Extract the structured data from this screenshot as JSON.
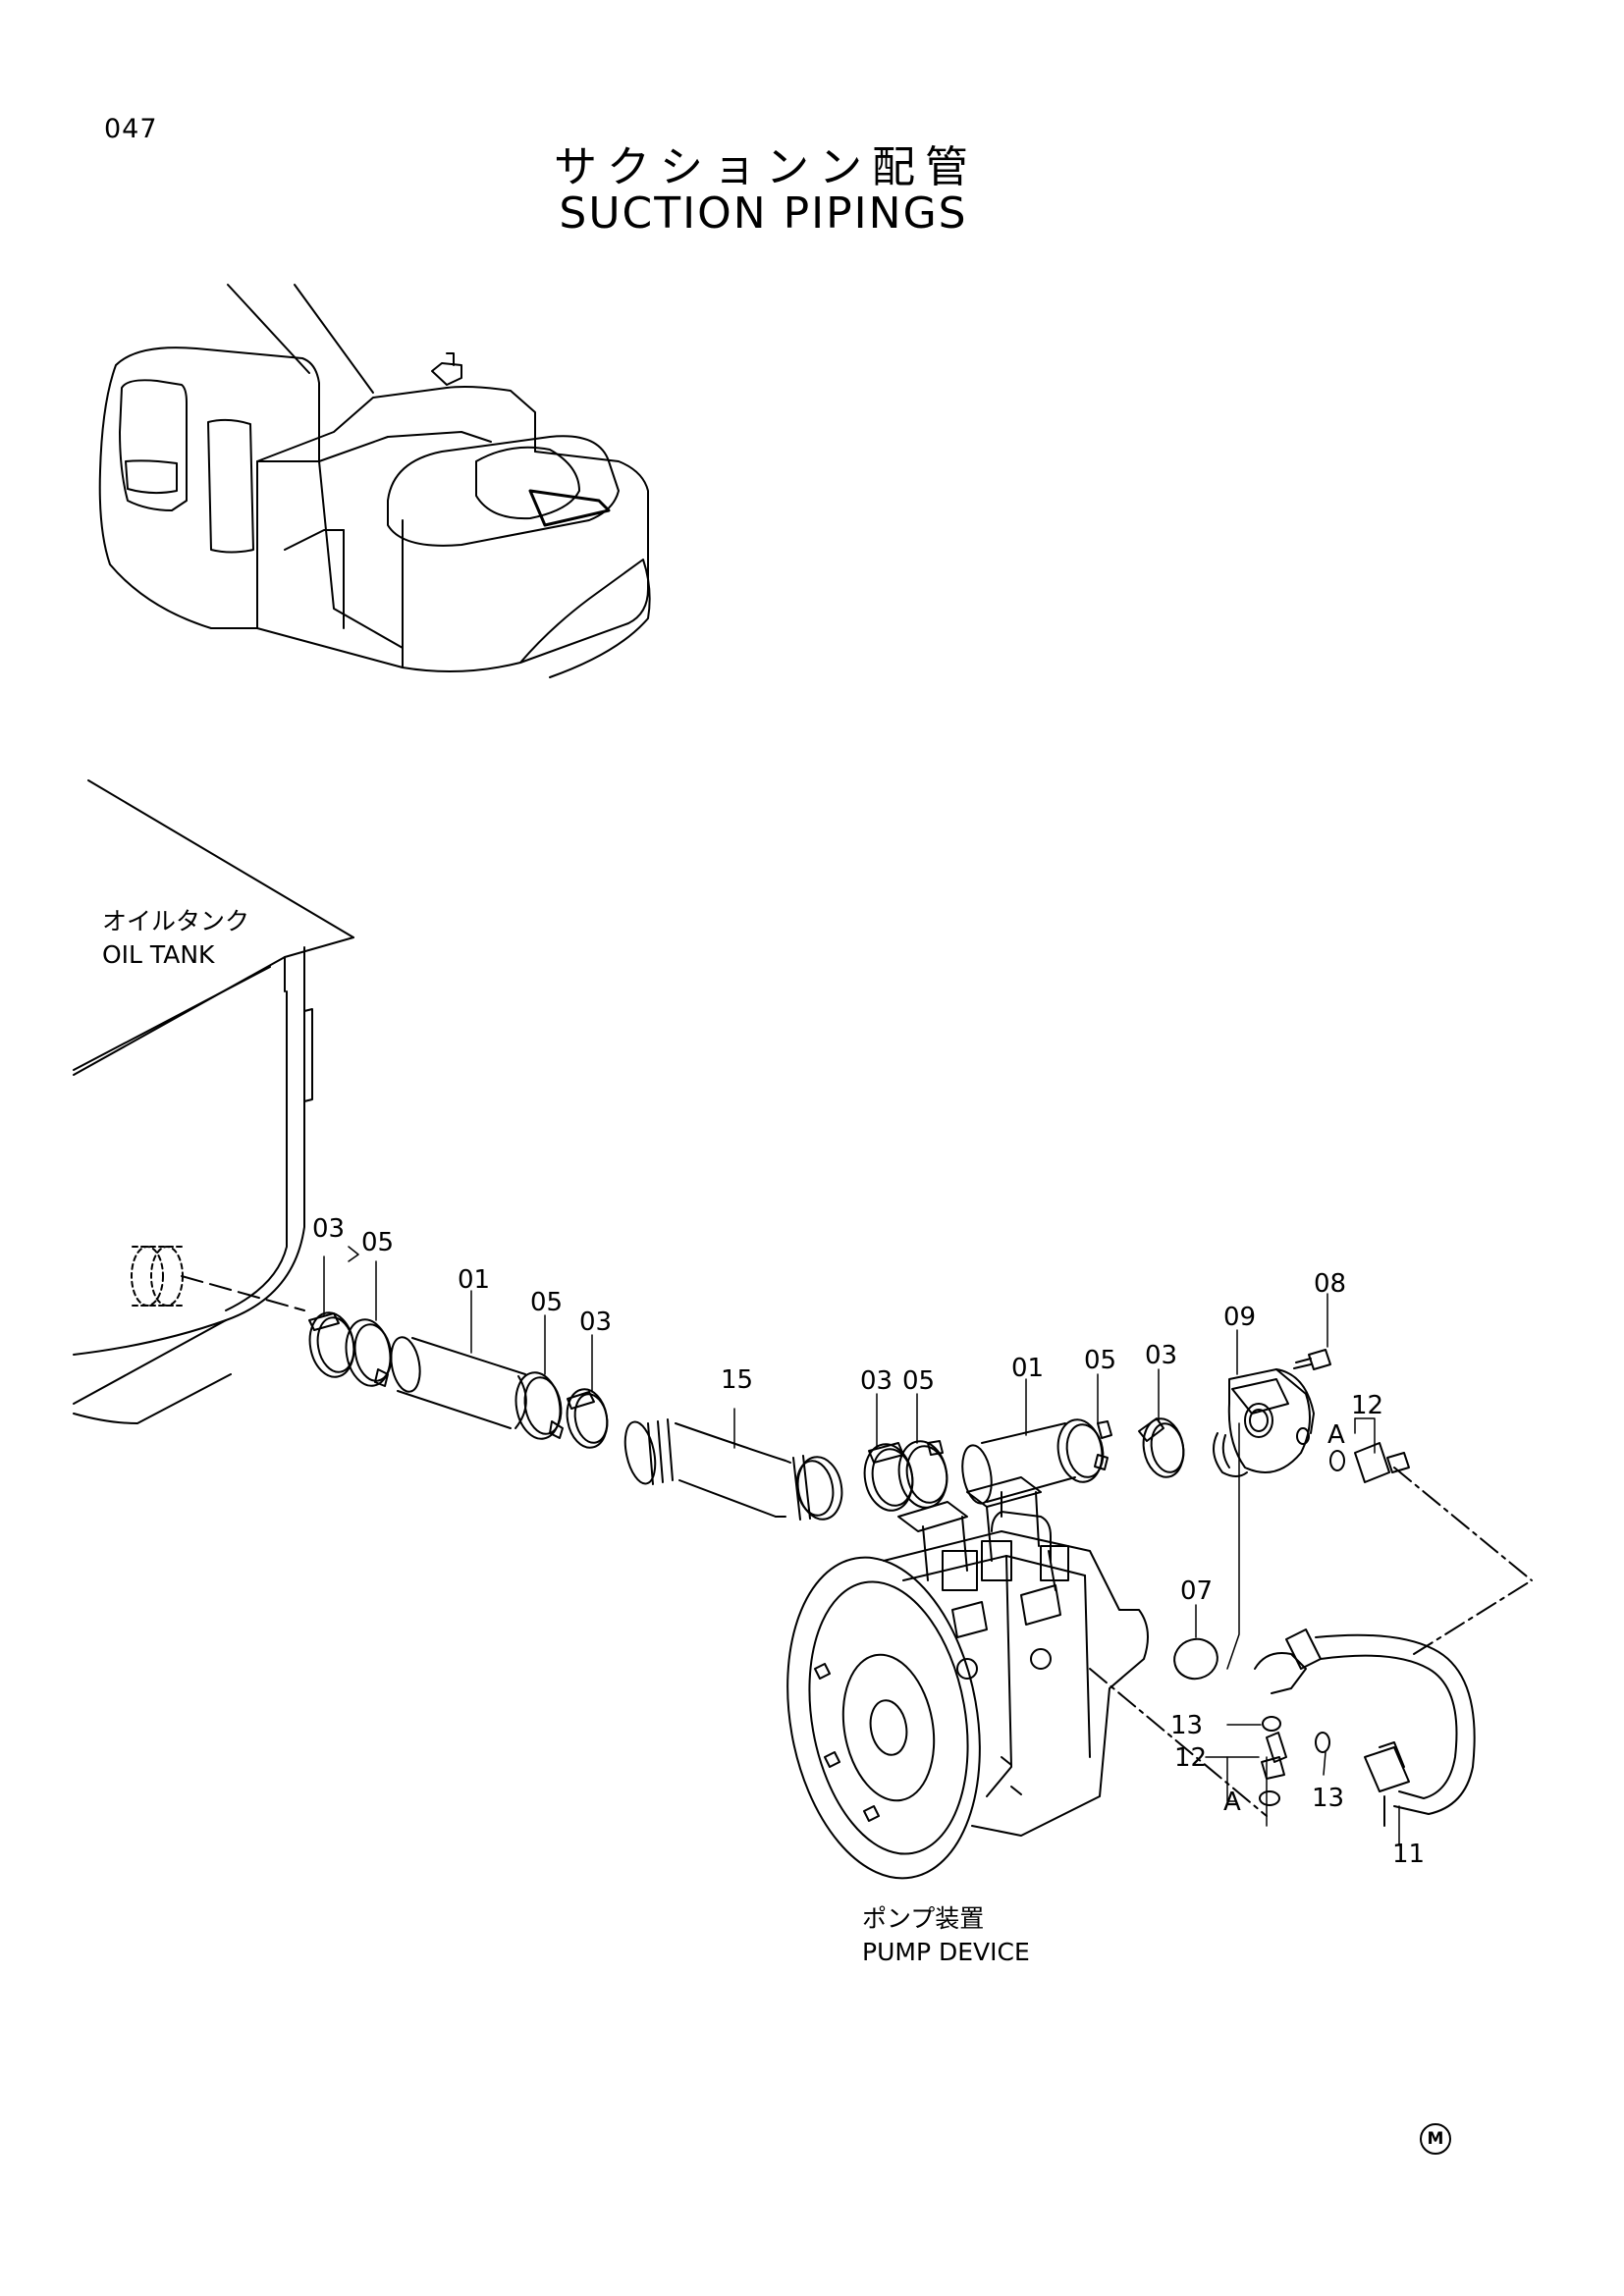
{
  "page": {
    "number": "047"
  },
  "title": {
    "japanese": "サクションン配管",
    "english": "SUCTION  PIPINGS"
  },
  "labels": {
    "oil_tank_jp": "オイルタンク",
    "oil_tank_en": "OIL  TANK",
    "pump_device_jp": "ポンプ装置",
    "pump_device_en": "PUMP  DEVICE"
  },
  "callouts": [
    "03",
    "05",
    "01",
    "05",
    "03",
    "15",
    "03",
    "05",
    "01",
    "05",
    "03",
    "09",
    "08",
    "12",
    "07",
    "13",
    "12",
    "13",
    "11"
  ],
  "ref_tags": [
    "A",
    "A"
  ],
  "mark": "M"
}
